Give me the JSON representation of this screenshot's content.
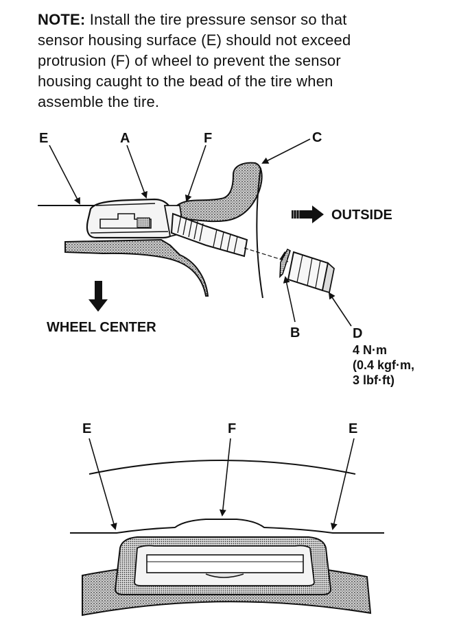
{
  "note": {
    "lead": "NOTE:",
    "lines": [
      "Install the tire pressure sensor so that",
      "sensor housing surface (E) should not exceed",
      "protrusion (F) of wheel to prevent the sensor",
      "housing caught to the bead of the tire when",
      "assemble the tire."
    ]
  },
  "top_figure": {
    "labels": {
      "a": "A",
      "b": "B",
      "c": "C",
      "d": "D",
      "e": "E",
      "f": "F"
    },
    "outside_label": "OUTSIDE",
    "wheel_center_label": "WHEEL CENTER",
    "torque": [
      "4 N·m",
      "(0.4 kgf·m,",
      "3 lbf·ft)"
    ]
  },
  "bottom_figure": {
    "labels": {
      "e_left": "E",
      "f": "F",
      "e_right": "E"
    }
  }
}
